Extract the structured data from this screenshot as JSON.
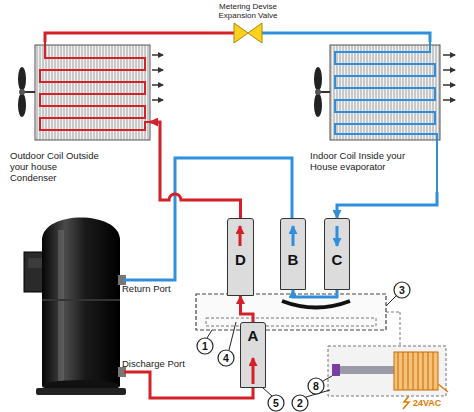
{
  "diagram": {
    "nodes": [
      {
        "text": [
          "Metering Devise Expansion Valve"
        ]
      },
      {
        "text": [
          "Outdoor Coil Outside your house Condenser"
        ]
      },
      {
        "text": [
          "Indoor Coil Inside your House evaporator"
        ]
      },
      {
        "text": [
          "D"
        ]
      },
      {
        "text": [
          "B"
        ]
      },
      {
        "text": [
          "C"
        ]
      },
      {
        "text": [
          "A"
        ]
      }
    ],
    "edges": [
      {
        "from": 6,
        "to": 3,
        "arrow": "to"
      },
      {
        "from": 3,
        "to": 1,
        "arrow": "to"
      },
      {
        "from": 1,
        "to": 0,
        "arrow": "none"
      },
      {
        "from": 0,
        "to": 2,
        "arrow": "none"
      },
      {
        "from": 2,
        "to": 5,
        "arrow": "to"
      },
      {
        "from": 5,
        "to": 4,
        "arrow": "to"
      }
    ],
    "labels": [
      "Return Port",
      "Discharge Port",
      "3",
      "1",
      "4",
      "8",
      "5",
      "2",
      "24VAC"
    ]
  }
}
